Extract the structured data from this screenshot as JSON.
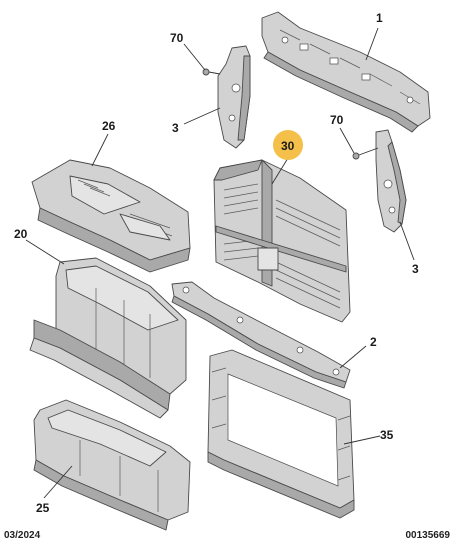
{
  "callouts": {
    "c1": "1",
    "c70a": "70",
    "c3a": "3",
    "c26": "26",
    "c70b": "70",
    "c30": "30",
    "c3b": "3",
    "c20": "20",
    "c2": "2",
    "c35": "35",
    "c25": "25"
  },
  "highlight_color": "#f5c04a",
  "footer": {
    "date": "03/2024",
    "reference": "00135669"
  }
}
